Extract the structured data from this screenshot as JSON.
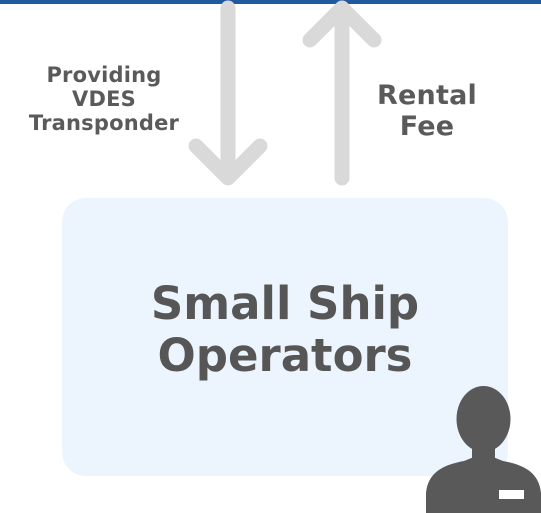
{
  "diagram": {
    "left_label_lines": [
      "Providing",
      "VDES",
      "Transponder"
    ],
    "right_label_lines": [
      "Rental",
      "Fee"
    ],
    "box_title_lines": [
      "Small Ship",
      "Operators"
    ],
    "colors": {
      "top_bar": "#1f5a9f",
      "arrow": "#d9d9d9",
      "text": "#595959",
      "box_fill": "#ecf5fe",
      "person": "#595959"
    },
    "icons": {
      "down_arrow": "arrow-down-icon",
      "up_arrow": "arrow-up-icon",
      "operator": "person-silhouette-icon"
    }
  }
}
